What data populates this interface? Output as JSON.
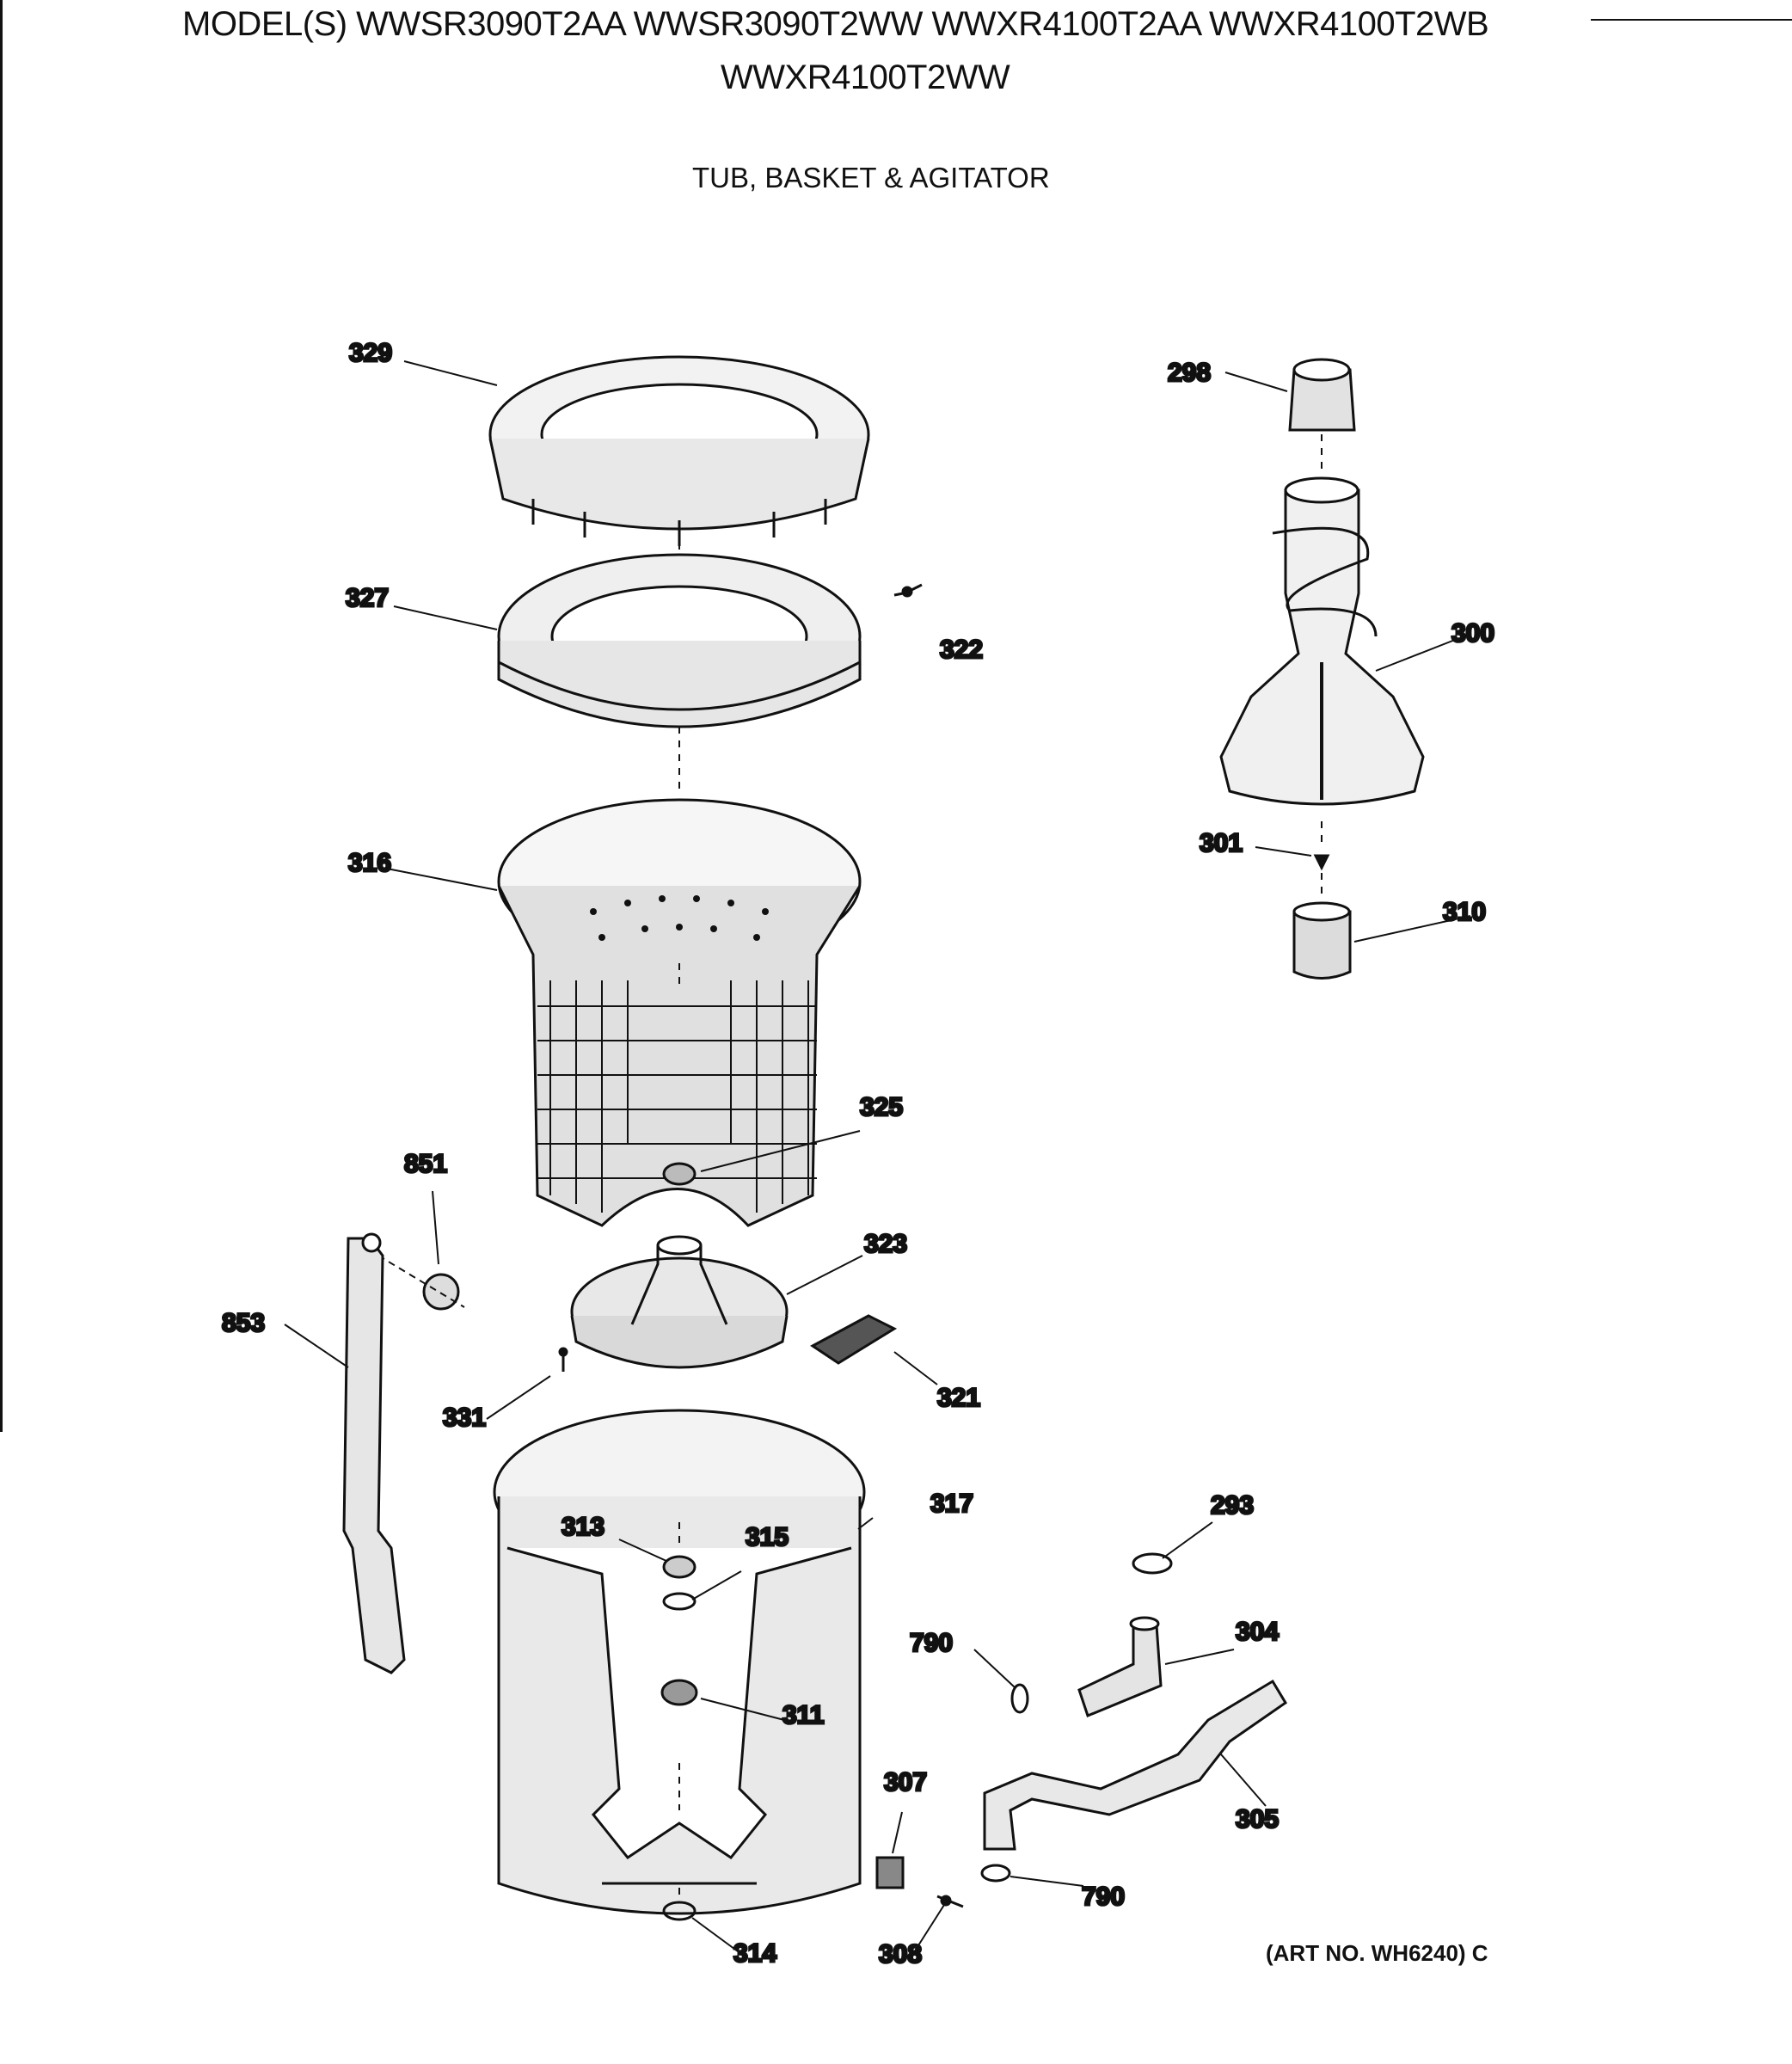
{
  "header": {
    "models_line1": "MODEL(S) WWSR3090T2AA  WWSR3090T2WW  WWXR4100T2AA  WWXR4100T2WB",
    "models_line2": "WWXR4100T2WW",
    "title": "TUB, BASKET & AGITATOR"
  },
  "footer": {
    "art_number": "(ART NO. WH6240) C"
  },
  "parts": [
    {
      "id": "329",
      "name": "tub-cover"
    },
    {
      "id": "327",
      "name": "balance-ring"
    },
    {
      "id": "322",
      "name": "screw"
    },
    {
      "id": "316",
      "name": "basket"
    },
    {
      "id": "325",
      "name": "spin-nut"
    },
    {
      "id": "323",
      "name": "basket-hub"
    },
    {
      "id": "321",
      "name": "filter"
    },
    {
      "id": "331",
      "name": "screw"
    },
    {
      "id": "851",
      "name": "fitting"
    },
    {
      "id": "853",
      "name": "tube"
    },
    {
      "id": "317",
      "name": "outer-tub"
    },
    {
      "id": "313",
      "name": "nut"
    },
    {
      "id": "315",
      "name": "washer"
    },
    {
      "id": "311",
      "name": "seal"
    },
    {
      "id": "314",
      "name": "washer"
    },
    {
      "id": "298",
      "name": "cap"
    },
    {
      "id": "300",
      "name": "agitator"
    },
    {
      "id": "301",
      "name": "bolt"
    },
    {
      "id": "310",
      "name": "agitator-drive"
    },
    {
      "id": "293",
      "name": "hose-clamp"
    },
    {
      "id": "304",
      "name": "drain-hose"
    },
    {
      "id": "790",
      "name": "clamp"
    },
    {
      "id": "305",
      "name": "hose"
    },
    {
      "id": "307",
      "name": "bracket"
    },
    {
      "id": "790",
      "name": "clamp"
    },
    {
      "id": "308",
      "name": "screw"
    }
  ]
}
